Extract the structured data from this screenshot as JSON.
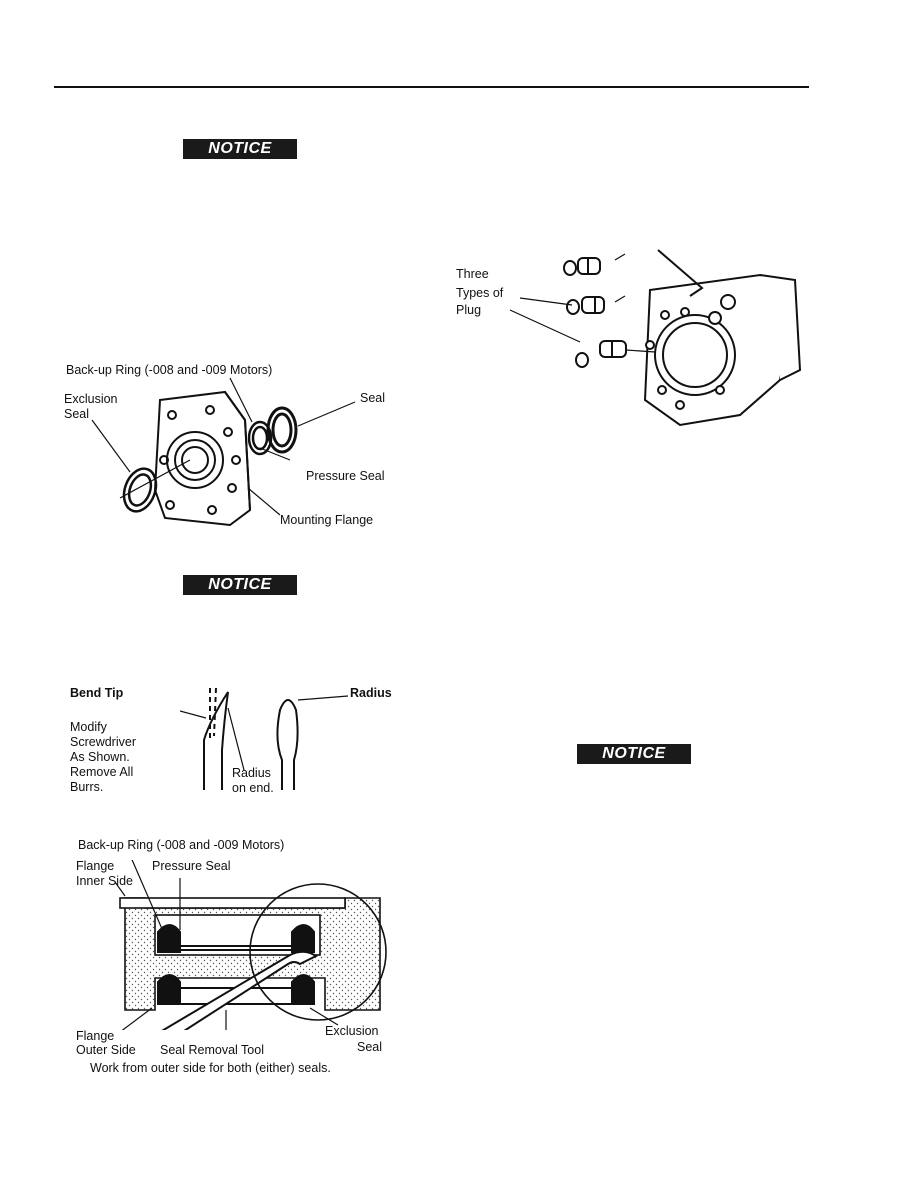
{
  "notices": [
    "NOTICE",
    "NOTICE",
    "NOTICE"
  ],
  "figure_flange": {
    "backup_ring": "Back-up Ring (-008 and -009 Motors)",
    "exclusion_seal_1": "Exclusion",
    "exclusion_seal_2": "Seal",
    "seal": "Seal",
    "pressure_seal": "Pressure Seal",
    "mounting_flange": "Mounting Flange"
  },
  "figure_plugs": {
    "line1": "Three",
    "line2": "Types of",
    "line3": "Plug"
  },
  "figure_screwdriver": {
    "bend_tip": "Bend Tip",
    "modify_1": "Modify",
    "modify_2": "Screwdriver",
    "modify_3": "As Shown.",
    "modify_4": "Remove All",
    "modify_5": "Burrs.",
    "radius_end_1": "Radius",
    "radius_end_2": "on end.",
    "radius": "Radius"
  },
  "figure_section": {
    "backup_ring": "Back-up Ring (-008 and -009 Motors)",
    "flange_inner_1": "Flange",
    "flange_inner_2": "Inner Side",
    "pressure_seal": "Pressure Seal",
    "flange_outer_1": "Flange",
    "flange_outer_2": "Outer Side",
    "seal_removal_tool": "Seal Removal Tool",
    "exclusion_1": "Exclusion",
    "exclusion_2": "Seal",
    "caption": "Work from outer side for both (either) seals."
  }
}
